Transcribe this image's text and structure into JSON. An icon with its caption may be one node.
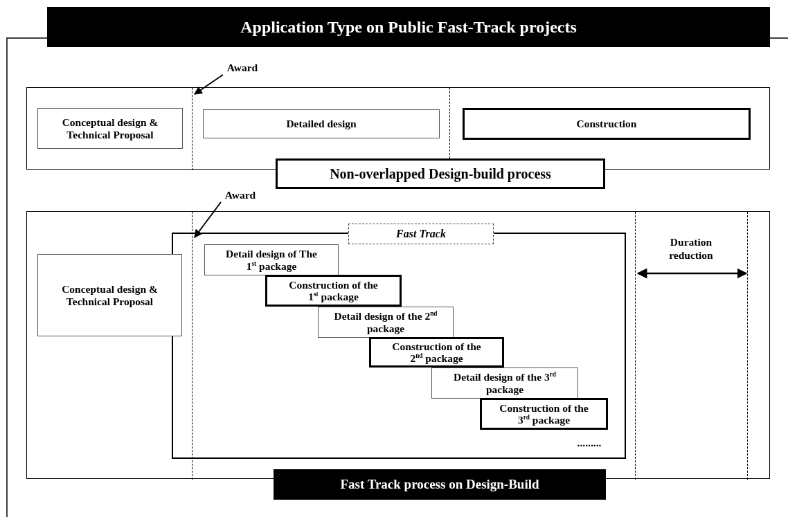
{
  "diagram": {
    "title": "Application Type on Public Fast-Track projects",
    "nodes": [
      {
        "text": [],
        "shape": "box"
      },
      {
        "text": [
          "Conceptual design & Technical Proposal"
        ],
        "in": 0
      },
      {
        "text": [
          "Detailed design"
        ],
        "in": 0
      },
      {
        "text": [
          "Construction"
        ],
        "in": 0
      },
      {
        "text": [
          "Non-overlapped Design-build process"
        ]
      },
      {
        "text": [
          "Award"
        ]
      },
      {
        "text": [],
        "shape": "box"
      },
      {
        "text": [
          "Conceptual design & Technical Proposal"
        ],
        "in": 6
      },
      {
        "text": [
          "Fast Track"
        ],
        "in": 6
      },
      {
        "text": [
          "Detail design of The 1$^{st}$ package"
        ],
        "in": 8
      },
      {
        "text": [
          "Construction of the 1$^{st}$ package"
        ],
        "in": 8
      },
      {
        "text": [
          "Detail design of the 2$^{nd}$ package"
        ],
        "in": 8
      },
      {
        "text": [
          "Construction of the 2$^{nd}$ package"
        ],
        "in": 8
      },
      {
        "text": [
          "Detail design of the 3$^{rd}$ package"
        ],
        "in": 8
      },
      {
        "text": [
          "Construction of the 3$^{rd}$ package"
        ],
        "in": 8
      },
      {
        "text": [
          "Award"
        ]
      },
      {
        "text": [
          "Fast Track process on Design-Build"
        ]
      },
      {
        "text": [],
        "shape": "line",
        "in": 0
      },
      {
        "text": [],
        "shape": "line",
        "in": 6
      },
      {
        "text": [],
        "shape": "line",
        "in": 6
      },
      {
        "text": [],
        "shape": "line",
        "in": 6
      },
      {
        "text": [],
        "shape": "line",
        "in": 0
      }
    ],
    "edges": [
      {
        "from": 5,
        "to": 17,
        "arrow": "to"
      },
      {
        "from": 15,
        "to": 18,
        "arrow": "to"
      },
      {
        "from": 19,
        "to": 20,
        "arrow": "both"
      }
    ],
    "labels": [
      "Duration reduction",
      "........."
    ]
  }
}
